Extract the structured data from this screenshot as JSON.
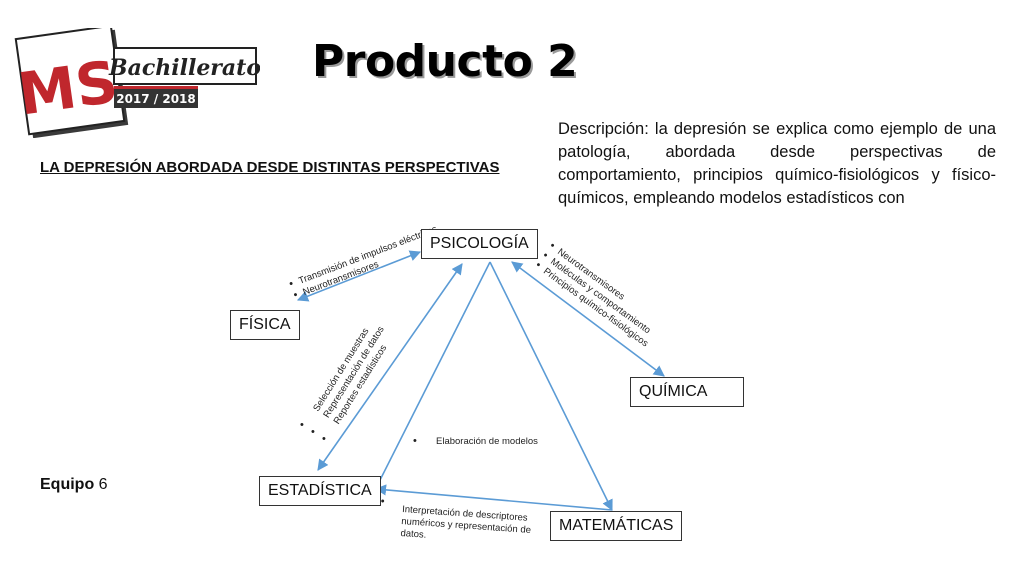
{
  "logo": {
    "mark": "MS",
    "word": "Bachillerato",
    "years": "2017 / 2018"
  },
  "title": "Producto 2",
  "subtitle": "LA DEPRESIÓN ABORDADA DESDE DISTINTAS PERSPECTIVAS",
  "description": "Descripción: la depresión se explica como ejemplo de una patología, abordada desde perspectivas de comportamiento, principios químico-fisiológicos y físico-químicos, empleando modelos estadísticos con",
  "team": {
    "label": "Equipo",
    "value": "6"
  },
  "nodes": {
    "psicologia": "PSICOLOGÍA",
    "fisica": "FÍSICA",
    "quimica": "QUÍMICA",
    "estadistica": "ESTADÍSTICA",
    "matematicas": "MATEMÁTICAS"
  },
  "edge_labels": {
    "fisica_psicologia": [
      "Transmisión de impulsos eléctricos",
      "Neurotransmisores"
    ],
    "psicologia_quimica": [
      "Neurotransmisores",
      "Moléculas y comportamiento",
      "Principios químico-fisiológicos"
    ],
    "estadistica_psicologia": [
      "Selección de muestras",
      "Representación de datos",
      "Reportes estadísticos"
    ],
    "matematicas_psicologia": [
      "Elaboración de modelos"
    ],
    "matematicas_estadistica": [
      "Interpretación de descriptores",
      "numéricos y representación de",
      "datos."
    ]
  },
  "colors": {
    "arrow": "#5b9bd5",
    "logo_red": "#c0272d",
    "logo_dark": "#333333"
  }
}
